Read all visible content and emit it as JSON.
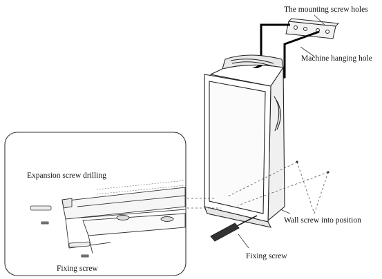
{
  "labels": {
    "mounting_screw_holes": "The mounting screw holes",
    "machine_hanging_hole": "Machine hanging hole",
    "expansion_screw_drilling": "Expansion screw drilling",
    "wall_screw_into_position": "Wall screw into position",
    "fixing_screw_main": "Fixing screw",
    "fixing_screw_inset": "Fixing screw"
  },
  "colors": {
    "line": "#222222",
    "gray_line": "#777777",
    "dashed": "#555555",
    "hanging_cable": "#000000"
  }
}
